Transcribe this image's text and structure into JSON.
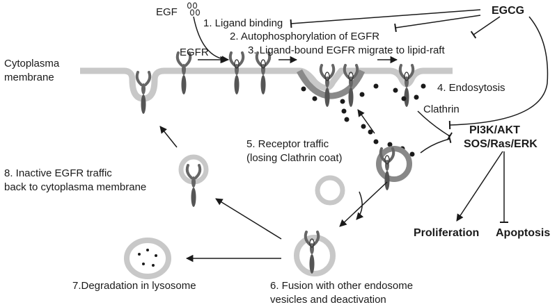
{
  "labels": {
    "egf": "EGF",
    "egfr": "EGFR",
    "egcg": "EGCG",
    "step1": "1. Ligand binding",
    "step2": "2. Autophosphorylation of EGFR",
    "step3": "3. Ligand-bound EGFR migrate to lipid-raft",
    "step4": "4. Endosytosis",
    "clathrin": "Clathrin",
    "step5_line1": "5. Receptor traffic",
    "step5_line2": "(losing Clathrin coat)",
    "pathway1": "PI3K/AKT",
    "pathway2": "SOS/Ras/ERK",
    "proliferation": "Proliferation",
    "apoptosis": "Apoptosis",
    "membrane_line1": "Cytoplasma",
    "membrane_line2": "membrane",
    "step8_line1": "8. Inactive EGFR traffic",
    "step8_line2": "back to cytoplasma membrane",
    "step7": "7.Degradation in lysosome",
    "step6_line1": "6. Fusion with other endosome",
    "step6_line2": "vesicles and deactivation"
  },
  "colors": {
    "membrane": "#c8c8c8",
    "receptor": "#555555",
    "ink": "#1a1a1a"
  }
}
